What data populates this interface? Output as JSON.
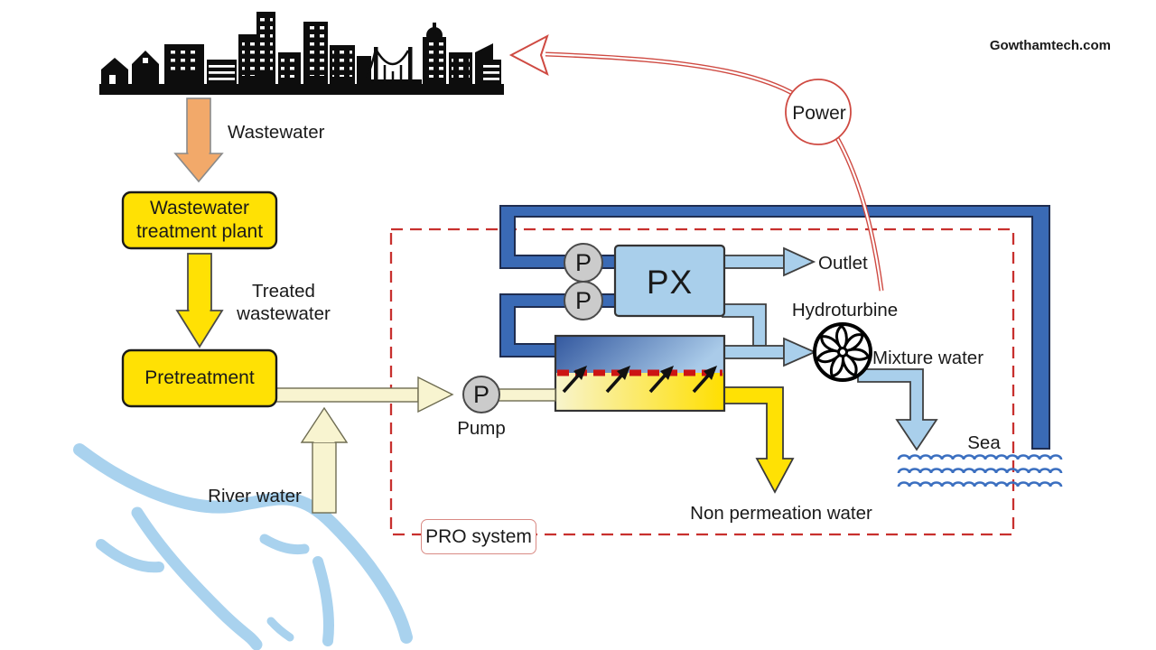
{
  "watermark": "Gowthamtech.com",
  "labels": {
    "wastewater": "Wastewater",
    "wwtp": "Wastewater treatment plant",
    "treated_wastewater": "Treated wastewater",
    "pretreatment": "Pretreatment",
    "river_water": "River water",
    "pump": "Pump",
    "pump_symbol": "P",
    "px": "PX",
    "outlet": "Outlet",
    "hydroturbine": "Hydroturbine",
    "mixture_water": "Mixture water",
    "sea": "Sea",
    "non_permeation_water": "Non permeation water",
    "pro_system": "PRO system",
    "power": "Power"
  },
  "colors": {
    "pipe_dark_blue": "#3a6ab5",
    "pipe_light_blue": "#a9cfeb",
    "yellow": "#ffe104",
    "cream": "#f8f4d0",
    "orange": "#f2a96a",
    "pro_dash_red": "#c8302e",
    "membrane_dash_red": "#cc1414",
    "power_line_red": "#cf4a42",
    "sea_wave_blue": "#3b6fc0",
    "river_blue": "#a9d2ee",
    "pump_gray": "#cbcbcb",
    "city_black": "#0d0d0d"
  }
}
